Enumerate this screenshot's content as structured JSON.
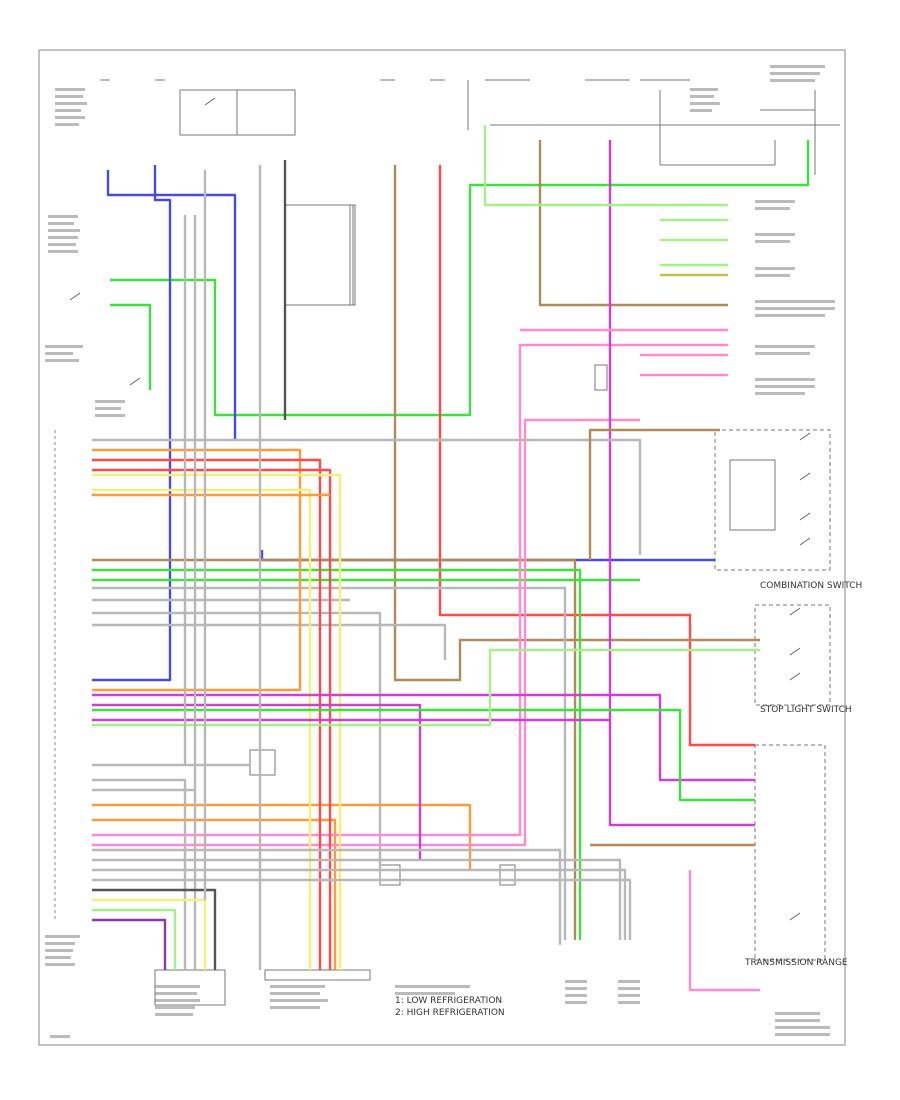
{
  "diagram": {
    "section_titles": {
      "combination_switch": "COMBINATION SWITCH",
      "stop_light_switch": "STOP LIGHT SWITCH",
      "transmission_range": "TRANSMISSION RANGE"
    },
    "legend": [
      "1: LOW REFRIGERATION",
      "2: HIGH REFRIGERATION"
    ]
  },
  "colors": {
    "green": "#3ee03e",
    "blue": "#4a4ae0",
    "red": "#ff4a4a",
    "tan": "#b08a58",
    "orange": "#ff9a3a",
    "pink": "#ff8ad0",
    "magenta": "#d040d0",
    "yellow": "#f2f07a",
    "gray": "#b8b8b8",
    "lightgreen": "#a6f08a",
    "purple": "#8a3aa8",
    "black": "#555555",
    "olive": "#c0c050"
  }
}
